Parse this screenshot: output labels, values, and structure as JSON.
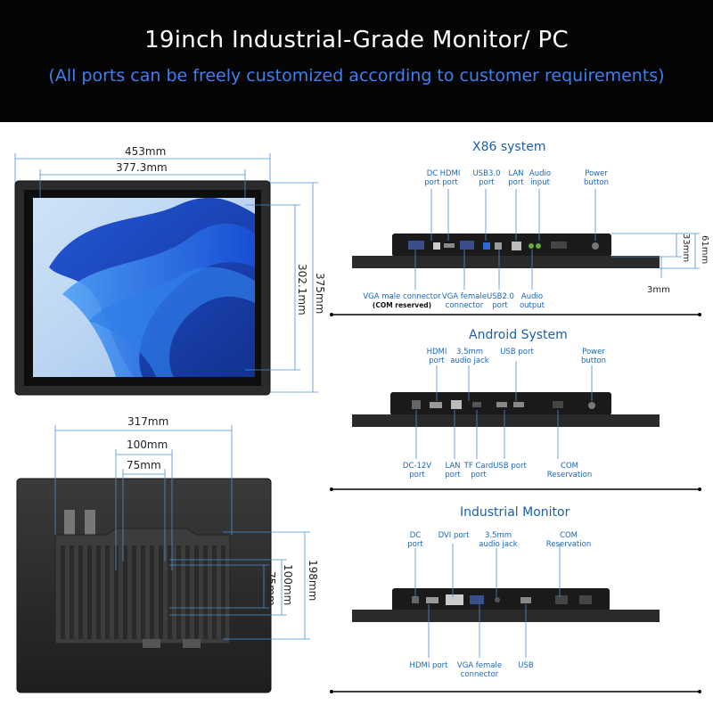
{
  "header": {
    "title": "19inch Industrial-Grade Monitor/ PC",
    "subtitle": "(All ports can be freely customized according to customer requirements)"
  },
  "front": {
    "width_outer": "453mm",
    "width_inner": "377.3mm",
    "height_inner": "302.1mm",
    "height_outer": "375mm"
  },
  "back": {
    "width_box": "317mm",
    "vesa_large": "100mm",
    "vesa_small": "75mm",
    "v_100": "100mm",
    "v_75": "75mm",
    "height_box": "198mm"
  },
  "x86": {
    "title": "X86 system",
    "top_labels": [
      "DC port",
      "HDMI port",
      "USB3.0 port",
      "LAN port",
      "Audio input",
      "Power button"
    ],
    "bottom_labels": [
      "VGA male connector",
      "VGA female connector",
      "USB2.0 port",
      "Audio output"
    ],
    "com_note": "(COM reserved)",
    "dims": {
      "d33": "33mm",
      "d61": "61mm",
      "d3": "3mm"
    }
  },
  "android": {
    "title": "Android System",
    "top_labels": [
      "HDMI port",
      "3.5mm audio jack",
      "USB port",
      "Power button"
    ],
    "bottom_labels": [
      "DC-12V port",
      "LAN port",
      "TF Card port",
      "USB port",
      "COM Reservation"
    ]
  },
  "industrial": {
    "title": "Industrial Monitor",
    "top_labels": [
      "DC port",
      "DVI port",
      "3.5mm audio jack",
      "COM Reservation"
    ],
    "bottom_labels": [
      "HDMI port",
      "VGA female connector",
      "USB"
    ]
  },
  "colors": {
    "header_bg": "#050505",
    "accent_blue": "#3f7ff2",
    "label_blue": "#1b67b8",
    "dim_line": "#4a90d9"
  }
}
